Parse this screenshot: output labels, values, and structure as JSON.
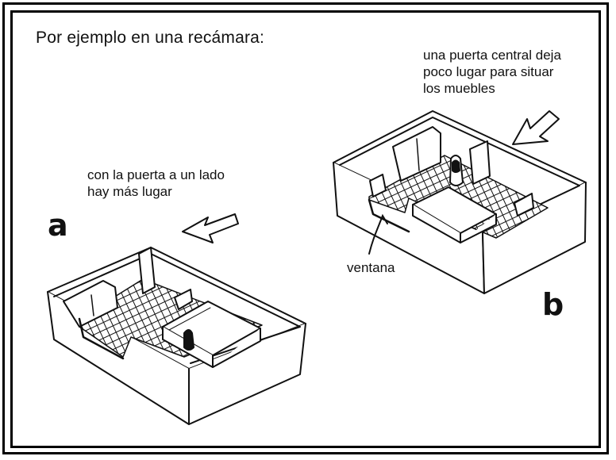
{
  "heading": "Por ejemplo en una recámara:",
  "note_b": "una puerta central deja\npoco lugar para situar\nlos muebles",
  "note_a": "con la puerta a un lado\nhay más lugar",
  "label_ventana": "ventana",
  "label_a": "a",
  "label_b": "b"
}
